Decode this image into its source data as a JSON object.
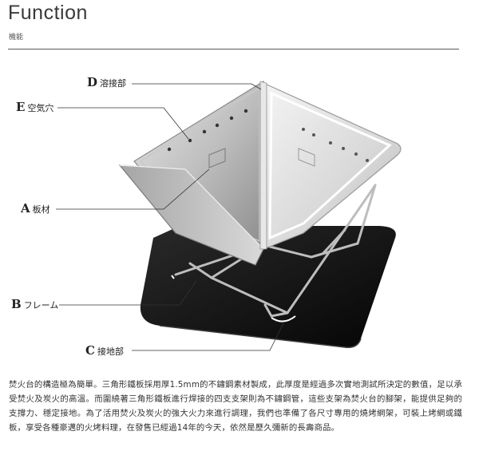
{
  "header": {
    "title": "Function",
    "subtitle": "機能"
  },
  "diagram": {
    "labels": [
      {
        "letter": "D",
        "text": "溶接部"
      },
      {
        "letter": "E",
        "text": "空気穴"
      },
      {
        "letter": "A",
        "text": "板材"
      },
      {
        "letter": "B",
        "text": "フレーム"
      },
      {
        "letter": "C",
        "text": "接地部"
      }
    ],
    "colors": {
      "steel": "#d4d4d4",
      "steel_dark": "#9a9a9a",
      "base_plate": "#111111"
    }
  },
  "description": "焚火台的構造極為簡單。三角形鐵板採用厚1.5mm的不鏽鋼素材製成，此厚度是經過多次實地測試所決定的數值，足以承受焚火及炭火的高溫。而圍繞著三角形鐵板進行焊接的四支支架則為不鏽鋼管，這些支架為焚火台的腳架，能提供足夠的支撐力、穩定接地。為了活用焚火及炭火的強大火力來進行調理，我們也準備了各尺寸專用的燒烤網架，可裝上烤網或鐵板，享受各種豪邁的火烤料理，在發售已經過14年的今天，依然是歷久彌新的長壽商品。"
}
